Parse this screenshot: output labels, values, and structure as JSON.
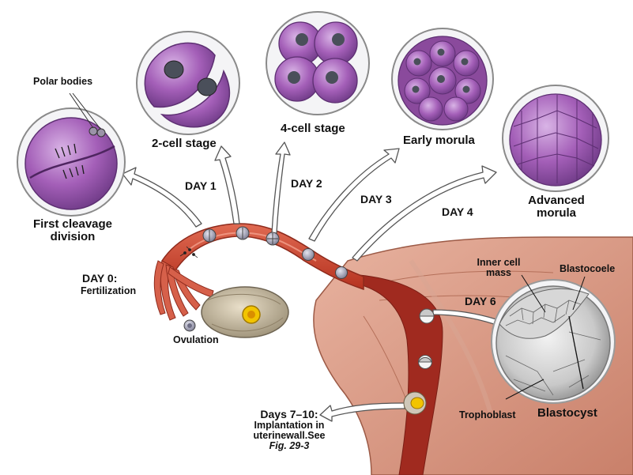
{
  "stages": {
    "first_cleavage": "First cleavage\ndivision",
    "polar_bodies": "Polar bodies",
    "two_cell": "2-cell stage",
    "four_cell": "4-cell stage",
    "early_morula": "Early morula",
    "advanced_morula": "Advanced\nmorula"
  },
  "days": {
    "day0_a": "DAY 0:",
    "day0_b": "Fertilization",
    "day1": "DAY 1",
    "day2": "DAY 2",
    "day3": "DAY 3",
    "day4": "DAY 4",
    "day6": "DAY 6"
  },
  "ovulation": "Ovulation",
  "blastocyst": {
    "inner_cell_mass": "Inner cell\nmass",
    "blastocoele": "Blastocoele",
    "trophoblast": "Trophoblast",
    "title": "Blastocyst"
  },
  "implantation": {
    "line1": "Days 7–10:",
    "line2": "Implantation in",
    "line3": "uterinewall.See",
    "line4": "Fig. 29-3"
  },
  "colors": {
    "cell_purple": "#a45fb8",
    "cell_dark": "#6e3a86",
    "tube_red": "#c8432f",
    "uterus_pink": "#d99a82",
    "nucleus": "#4a4f5a"
  }
}
